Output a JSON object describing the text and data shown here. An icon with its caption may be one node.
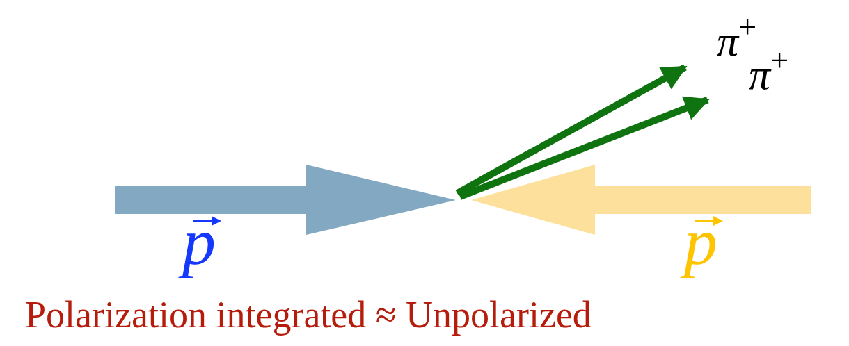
{
  "diagram": {
    "nodes": [
      {
        "text": [
          "π$^{+}$"
        ]
      },
      {
        "text": [
          "π$^{+}$"
        ]
      }
    ],
    "edges": [
      {
        "from": null,
        "to": 0,
        "arrow": "to"
      },
      {
        "from": null,
        "to": 1,
        "arrow": "to"
      }
    ],
    "labels": [
      "p",
      "p"
    ],
    "caption": "Polarization integrated ≈ Unpolarized"
  }
}
